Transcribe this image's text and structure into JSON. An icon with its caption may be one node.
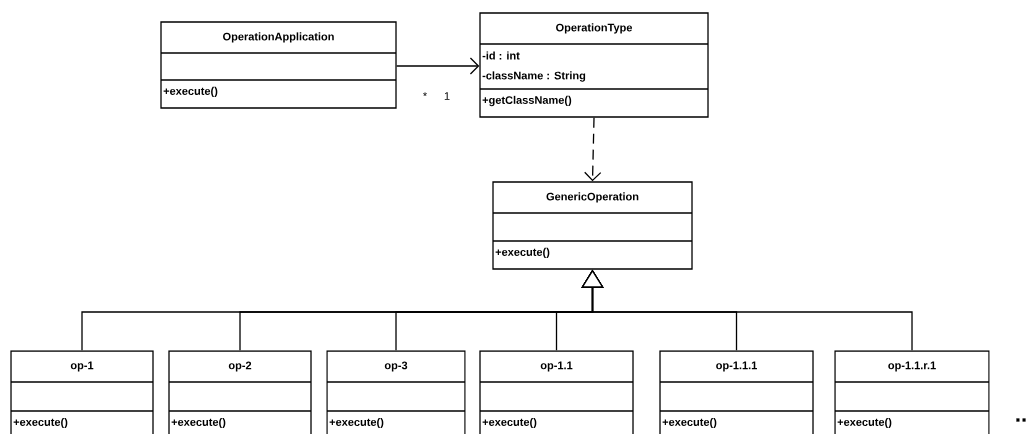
{
  "diagram": {
    "nodes": [
      {
        "text": [
          "OperationApplication",
          "+execute()"
        ]
      },
      {
        "text": [
          "OperationType",
          "-id : int",
          "-className : String",
          "+getClassName()"
        ]
      },
      {
        "text": [
          "GenericOperation",
          "+execute()"
        ]
      },
      {
        "text": [
          "op-1",
          "+execute()"
        ]
      },
      {
        "text": [
          "op-2",
          "+execute()"
        ]
      },
      {
        "text": [
          "op-3",
          "+execute()"
        ]
      },
      {
        "text": [
          "op-1.1",
          "+execute()"
        ]
      },
      {
        "text": [
          "op-1.1.1",
          "+execute()"
        ]
      },
      {
        "text": [
          "op-1.1.r.1",
          "+execute()"
        ]
      }
    ],
    "edges": [
      {
        "from": 0,
        "to": 1,
        "arrow": "to"
      },
      {
        "from": 1,
        "to": 2,
        "arrow": "to",
        "style": "dashed"
      },
      {
        "from": 3,
        "to": 2,
        "arrow": "to"
      },
      {
        "from": 4,
        "to": 2,
        "arrow": "to"
      },
      {
        "from": 5,
        "to": 2,
        "arrow": "to"
      },
      {
        "from": 6,
        "to": 2,
        "arrow": "to"
      },
      {
        "from": 7,
        "to": 2,
        "arrow": "to"
      },
      {
        "from": 8,
        "to": 2,
        "arrow": "to"
      }
    ],
    "labels": [
      "*",
      "1",
      ".."
    ]
  }
}
